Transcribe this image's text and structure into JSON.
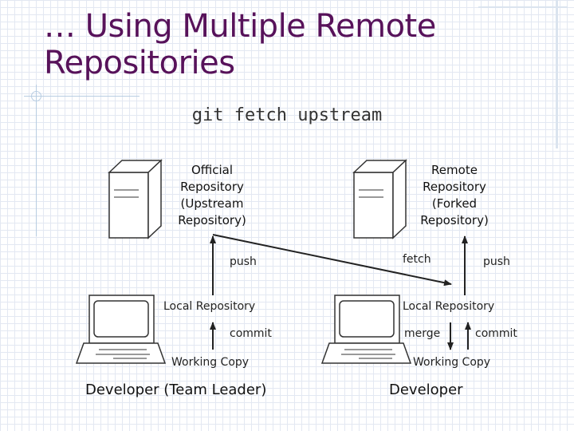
{
  "slide": {
    "title": "… Using Multiple Remote Repositories",
    "command": "git fetch upstream"
  },
  "left": {
    "server_label": "Official Repository (Upstream Repository)",
    "push_label": "push",
    "local_repo_label": "Local Repository",
    "commit_label": "commit",
    "working_copy_label": "Working Copy",
    "developer_label": "Developer (Team Leader)"
  },
  "right": {
    "server_label": "Remote Repository (Forked Repository)",
    "fetch_label": "fetch",
    "push_label": "push",
    "local_repo_label": "Local Repository",
    "merge_label": "merge",
    "commit_label": "commit",
    "working_copy_label": "Working Copy",
    "developer_label": "Developer"
  },
  "colors": {
    "title": "#57125a",
    "decoration": "#b8cde2"
  }
}
